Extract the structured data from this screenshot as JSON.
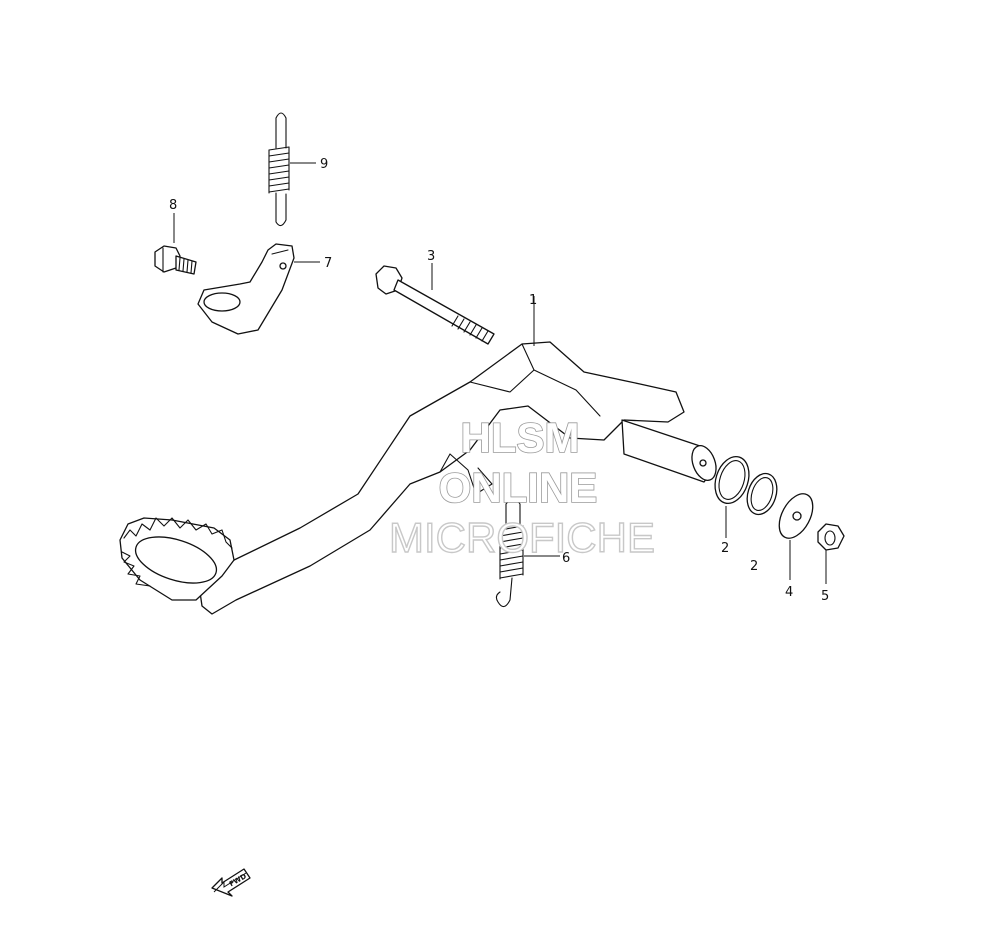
{
  "watermark": {
    "line1": "HLSM",
    "line2": "ONLINE",
    "line3": "MICROFICHE"
  },
  "callouts": {
    "p1": "1",
    "p2a": "2",
    "p2b": "2",
    "p3": "3",
    "p4": "4",
    "p5": "5",
    "p6": "6",
    "p7": "7",
    "p8": "8",
    "p9": "9"
  },
  "fwd_label": "FWD"
}
